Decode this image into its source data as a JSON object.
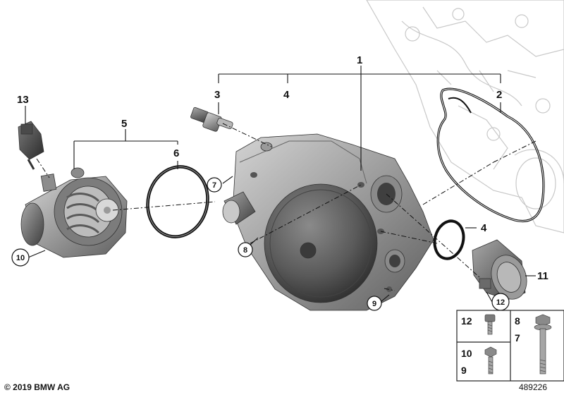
{
  "callouts": {
    "c1": "1",
    "c2": "2",
    "c3": "3",
    "c4a": "4",
    "c4b": "4",
    "c5": "5",
    "c6": "6",
    "c7": "7",
    "c8": "8",
    "c9": "9",
    "c10": "10",
    "c11": "11",
    "c12": "12",
    "c13": "13"
  },
  "fastener_inset": {
    "cell_a_top": "12",
    "cell_b_top": "8",
    "cell_b_bottom": "7",
    "cell_a_mid": "10",
    "cell_a_bottom": "9"
  },
  "footer": {
    "copyright": "© 2019 BMW AG",
    "diagram_id": "489226"
  }
}
